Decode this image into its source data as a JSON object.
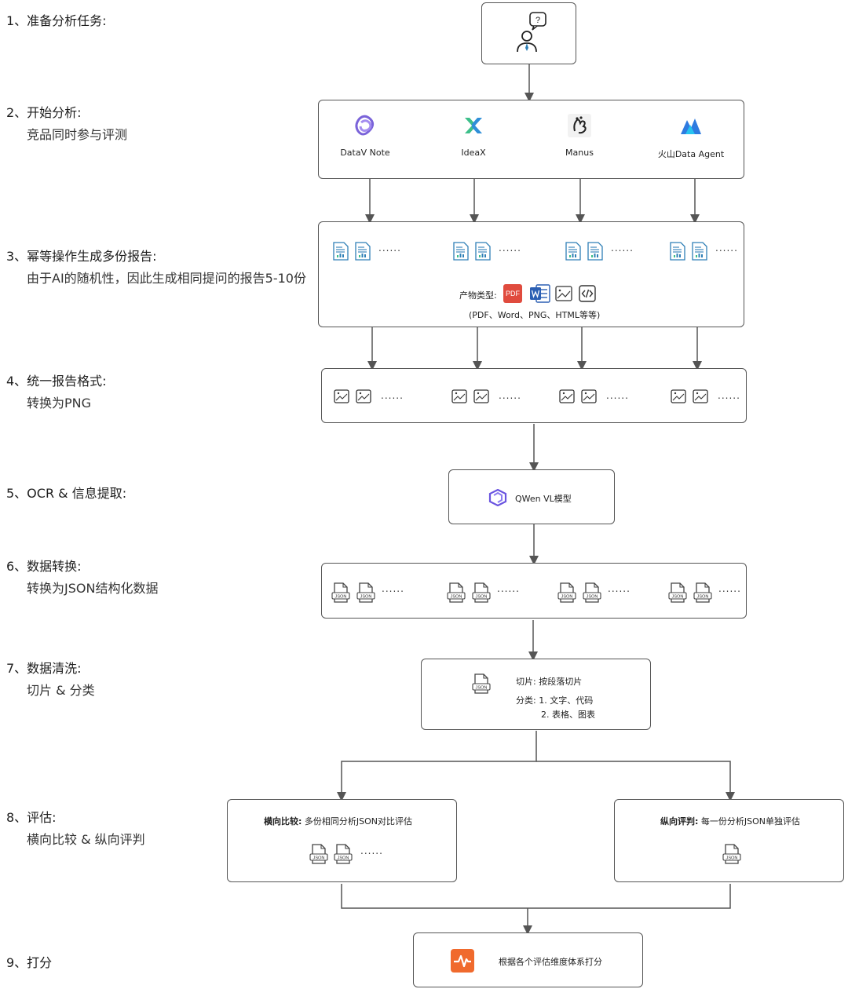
{
  "steps": [
    {
      "title": "1、准备分析任务:",
      "sub": ""
    },
    {
      "title": "2、开始分析:",
      "sub": "竞品同时参与评测"
    },
    {
      "title": "3、幂等操作生成多份报告:",
      "sub": "由于AI的随机性，因此生成相同提问的报告5-10份"
    },
    {
      "title": "4、统一报告格式:",
      "sub": "转换为PNG"
    },
    {
      "title": "5、OCR & 信息提取:",
      "sub": ""
    },
    {
      "title": "6、数据转换:",
      "sub": "转换为JSON结构化数据"
    },
    {
      "title": "7、数据清洗:",
      "sub": "切片 & 分类"
    },
    {
      "title": "8、评估:",
      "sub": "横向比较 & 纵向评判"
    },
    {
      "title": "9、打分",
      "sub": ""
    }
  ],
  "agents": [
    "DataV Note",
    "IdeaX",
    "Manus",
    "火山Data Agent"
  ],
  "ellipsis": "......",
  "output_types": {
    "label": "产物类型:",
    "pdf": "PDF",
    "note": "(PDF、Word、PNG、HTML等等)"
  },
  "model": {
    "name": "QWen VL模型"
  },
  "json_tag": "JSON",
  "cleaning": {
    "slice": "切片:  按段落切片",
    "classify": "分类:  1. 文字、代码",
    "classify2": "2. 表格、图表"
  },
  "eval": {
    "horizontal_title": "横向比较:",
    "horizontal_desc": "多份相同分析JSON对比评估",
    "vertical_title": "纵向评判:",
    "vertical_desc": "每一份分析JSON单独评估"
  },
  "score": {
    "text": "根据各个评估维度体系打分"
  },
  "colors": {
    "line": "#555555",
    "doc": "#2f7fb6",
    "pdf": "#e04b3e",
    "word": "#2b5fb3",
    "score": "#f06a2d",
    "datav": "#7a63d9",
    "ideax_a": "#3dbf8a",
    "ideax_b": "#2f8fd8",
    "volc": "#2e7be0"
  }
}
